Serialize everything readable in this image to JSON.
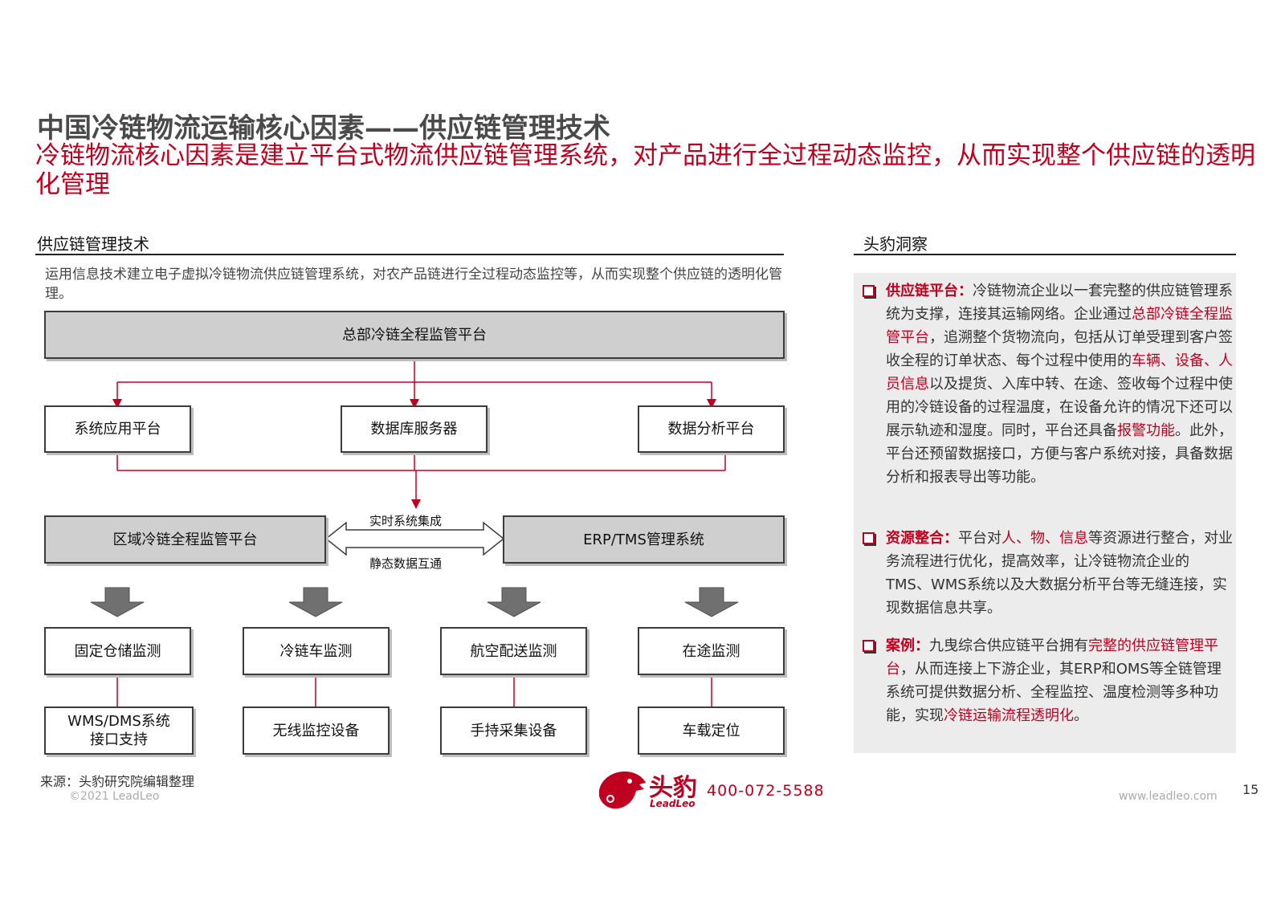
{
  "header": {
    "title": "中国冷链物流运输核心因素——供应链管理技术",
    "subtitle": "冷链物流核心因素是建立平台式物流供应链管理系统，对产品进行全过程动态监控，从而实现整个供应链的透明化管理"
  },
  "left": {
    "heading": "供应链管理技术",
    "intro": "运用信息技术建立电子虚拟冷链物流供应链管理系统，对农产品链进行全过程动态监控等，从而实现整个供应链的透明化管理。"
  },
  "diagram": {
    "top": "总部冷链全程监管平台",
    "row2": [
      "系统应用平台",
      "数据库服务器",
      "数据分析平台"
    ],
    "regional": "区域冷链全程监管平台",
    "erp": "ERP/TMS管理系统",
    "link_top": "实时系统集成",
    "link_bottom": "静态数据互通",
    "monitors": [
      "固定仓储监测",
      "冷链车监测",
      "航空配送监测",
      "在途监测"
    ],
    "devices_line1": [
      "WMS/DMS系统",
      "无线监控设备",
      "手持采集设备",
      "车载定位"
    ],
    "devices_line2": [
      "接口支持",
      "",
      "",
      ""
    ]
  },
  "insight": {
    "heading": "头豹洞察",
    "items": [
      {
        "label": "供应链平台：",
        "p1": "冷链物流企业以一套完整的供应链管理系统为支撑，连接其运输网络。企业通过",
        "h1": "总部冷链全程监管平台",
        "p2": "，追溯整个货物流向，包括从订单受理到客户签收全程的订单状态、每个过程中使用的",
        "h2": "车辆、设备、人员信息",
        "p3": "以及提货、入库中转、在途、签收每个过程中使用的冷链设备的过程温度，在设备允许的情况下还可以展示轨迹和湿度。同时，平台还具备",
        "h3": "报警功能",
        "p4": "。此外，平台还预留数据接口，方便与客户系统对接，具备数据分析和报表导出等功能。"
      },
      {
        "label": "资源整合：",
        "p1": "平台对",
        "h1": "人、物、信息",
        "p2": "等资源进行整合，对业务流程进行优化，提高效率，让冷链物流企业的TMS、WMS系统以及大数据分析平台等无缝连接，实现数据信息共享。"
      },
      {
        "label": "案例：",
        "p1": "九曳综合供应链平台拥有",
        "h1": "完整的供应链管理平台",
        "p2": "，从而连接上下游企业，其ERP和OMS等全链管理系统可提供数据分析、全程监控、温度检测等多种功能，实现",
        "h2": "冷链运输流程透明化",
        "p3": "。"
      }
    ]
  },
  "footer": {
    "source": "来源：头豹研究院编辑整理",
    "copyright": "©2021 LeadLeo",
    "logo_cn": "头豹",
    "logo_en": "LeadLeo",
    "phone": "400-072-5588",
    "website": "www.leadleo.com",
    "page": "15"
  },
  "colors": {
    "accent": "#c0001f",
    "box_grey": "#cfcfcf",
    "panel": "#ececec"
  }
}
